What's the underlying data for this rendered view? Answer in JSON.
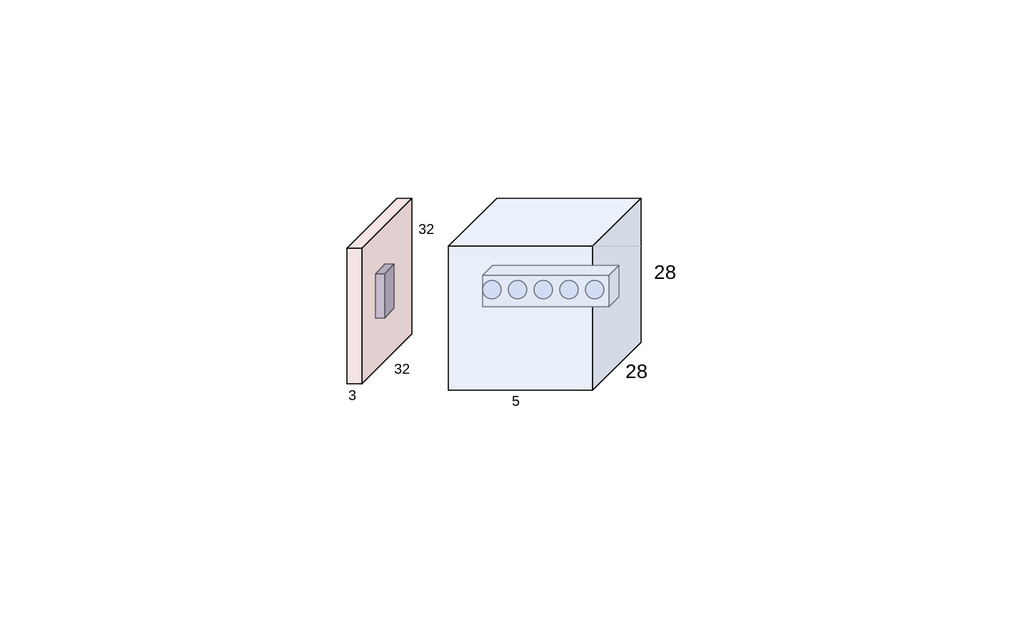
{
  "diagram": {
    "input_volume": {
      "depth_label": "3",
      "height_label": "32",
      "width_label": "32",
      "colors": {
        "front_face": "#f6e4e4",
        "side_face": "#e2cfcf",
        "top_face": "#f6e4e4",
        "filter_front": "#c4bccc",
        "filter_side": "#a79daf",
        "filter_top": "#b4adbd"
      }
    },
    "output_volume": {
      "depth_label": "5",
      "height_label": "28",
      "width_label": "28",
      "neuron_count": 5,
      "colors": {
        "front_face": "#e8eff9",
        "top_face": "#ebf1fa",
        "side_face": "#d5dbe6",
        "neuron_fill": "#d2dcf3",
        "column_fill": "#e3e9f4"
      }
    },
    "stroke_color": "#000000"
  }
}
